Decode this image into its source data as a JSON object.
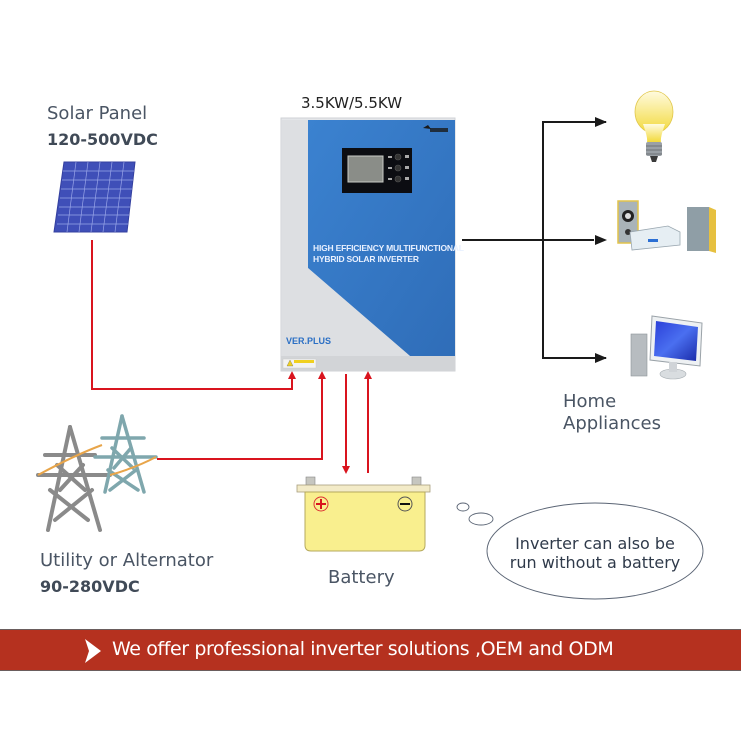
{
  "inverter": {
    "model_label": "3.5KW/5.5KW",
    "front_text_line1": "HIGH EFFICIENCY MULTIFUNCTIONAL",
    "front_text_line2": "HYBRID SOLAR INVERTER",
    "version_label": "VER.PLUS",
    "caution_label": "CAUTION"
  },
  "solar_panel": {
    "label": "Solar Panel",
    "voltage": "120-500VDC"
  },
  "utility": {
    "label": "Utility or Alternator",
    "voltage": "90-280VDC"
  },
  "battery": {
    "label": "Battery",
    "positive_symbol": "+",
    "negative_symbol": "−"
  },
  "appliances": {
    "label_line1": "Home",
    "label_line2": "Appliances",
    "items": [
      "light-bulb",
      "stereo-system",
      "desktop-computer"
    ]
  },
  "note": {
    "line1": "Inverter can also be",
    "line2": "run without a battery"
  },
  "banner": {
    "text": "We offer professional inverter solutions ,OEM and ODM"
  },
  "colors": {
    "wire_red": "#d9141e",
    "wire_black": "#1a1a1a",
    "banner_red": "#b5311f",
    "inverter_blue": "#3a7dc9",
    "battery_yellow": "#f9ef8e"
  }
}
